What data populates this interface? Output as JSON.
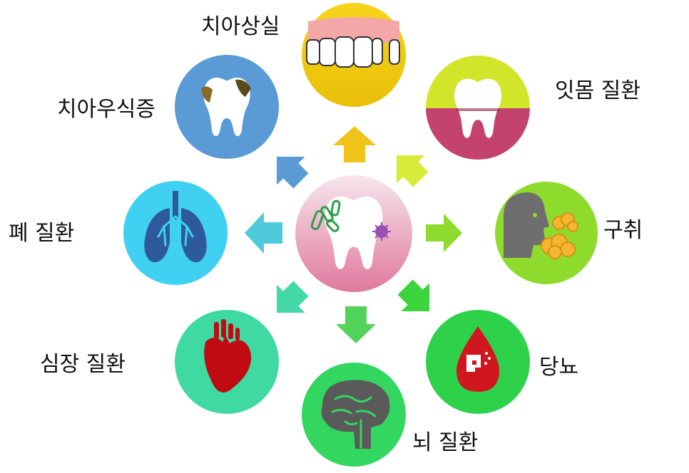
{
  "center": {
    "icon": "tooth-with-bacteria-icon"
  },
  "nodes": [
    {
      "id": "tooth-loss",
      "label": "치아상실",
      "icon": "missing-tooth-icon",
      "color": "#F4CC0E"
    },
    {
      "id": "gum-disease",
      "label": "잇몸 질환",
      "icon": "gum-tooth-icon",
      "color": "#D1E52A"
    },
    {
      "id": "bad-breath",
      "label": "구취",
      "icon": "breath-head-icon",
      "color": "#8EDB2E"
    },
    {
      "id": "diabetes",
      "label": "당뇨",
      "icon": "blood-drop-icon",
      "color": "#2ED24A"
    },
    {
      "id": "brain-disease",
      "label": "뇌 질환",
      "icon": "brain-icon",
      "color": "#33D65E"
    },
    {
      "id": "heart-disease",
      "label": "심장 질환",
      "icon": "heart-icon",
      "color": "#3FD9A2"
    },
    {
      "id": "lung-disease",
      "label": "폐 질환",
      "icon": "lungs-icon",
      "color": "#3FD0F2"
    },
    {
      "id": "tooth-decay",
      "label": "치아우식증",
      "icon": "decayed-tooth-icon",
      "color": "#5B9BD5"
    }
  ]
}
